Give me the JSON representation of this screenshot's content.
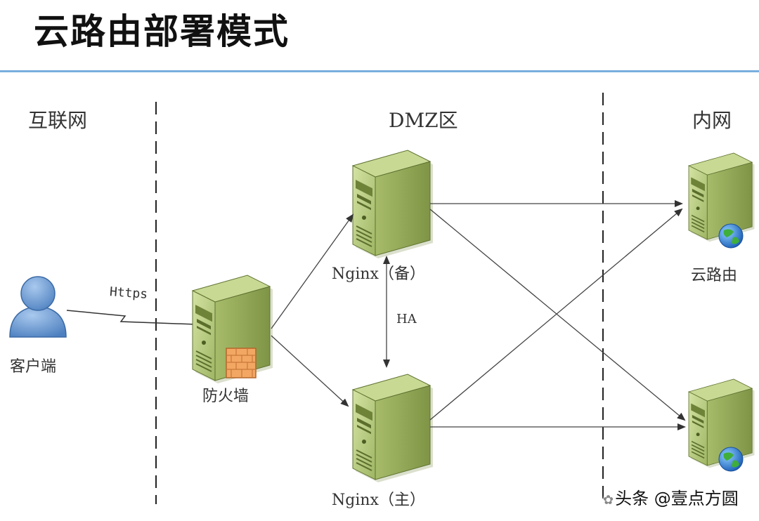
{
  "title": "云路由部署模式",
  "zones": {
    "internet": "互联网",
    "dmz": "DMZ区",
    "intranet": "内网"
  },
  "nodes": {
    "client": "客户端",
    "firewall": "防火墙",
    "nginx_backup": "Nginx（备）",
    "nginx_primary": "Nginx（主）",
    "cloud_router": "云路由"
  },
  "edges": {
    "https": "Https",
    "ha": "HA"
  },
  "watermark": "头条 @壹点方圆",
  "colors": {
    "title_rule": "#79aedd",
    "server_body": "#b9cc82",
    "server_side": "#8ea452",
    "client": "#6f9fd2",
    "firewall_brick": "#f2a863",
    "globe": "#2f7fd8"
  }
}
